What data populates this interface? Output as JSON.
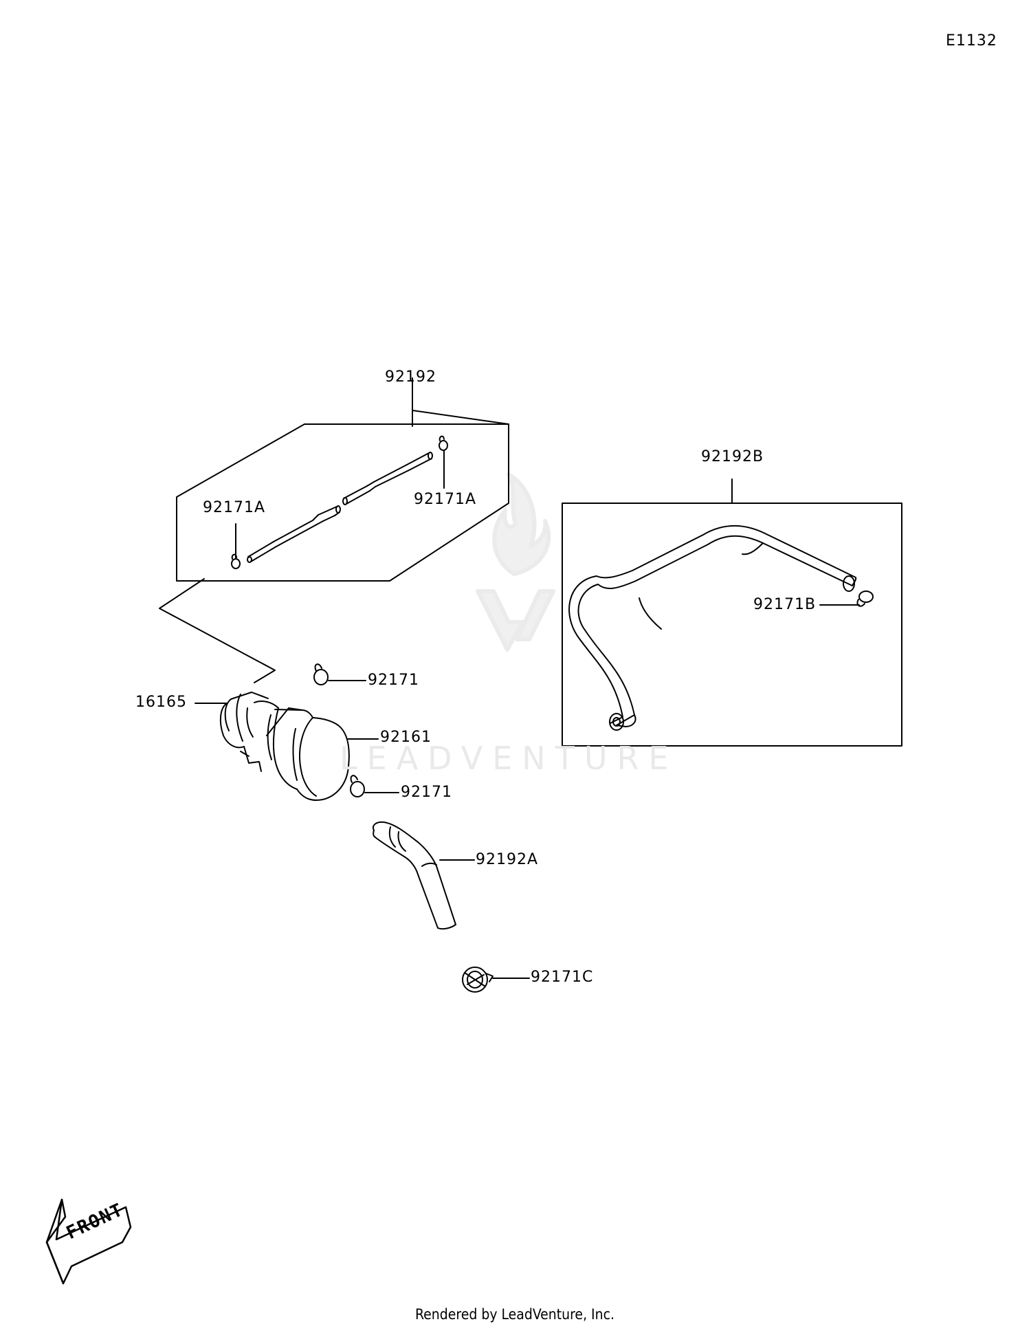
{
  "diagram_id": "E1132",
  "watermark": "LEADVENTURE",
  "footer": "Rendered by LeadVenture, Inc.",
  "front_arrow": "FRONT",
  "callouts": {
    "kit_92192": "92192",
    "clamp_92171A_left": "92171A",
    "clamp_92171A_right": "92171A",
    "kit_92192B": "92192B",
    "clamp_92171B": "92171B",
    "clamp_92171_upper": "92171",
    "part_16165": "16165",
    "part_92161": "92161",
    "clamp_92171_lower": "92171",
    "hose_92192A": "92192A",
    "clamp_92171C": "92171C"
  }
}
